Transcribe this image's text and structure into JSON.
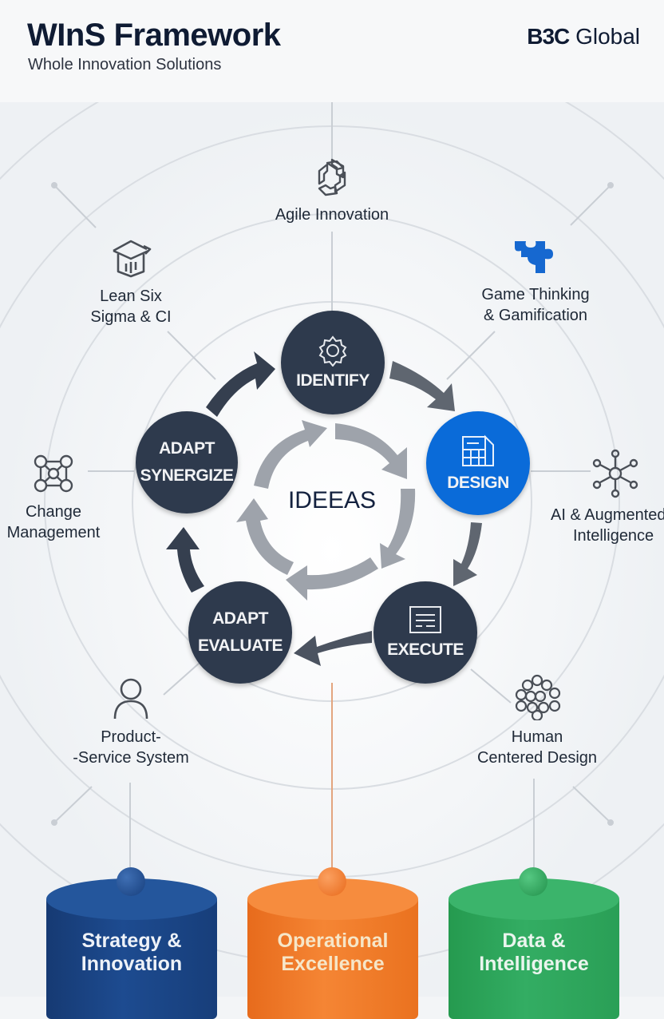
{
  "header": {
    "title": "WInS Framework",
    "subtitle": "Whole Innovation Solutions",
    "brand_bold": "B3C",
    "brand_light": "Global"
  },
  "core": {
    "label": "IDEEAS"
  },
  "cycle_nodes": [
    {
      "id": "identify",
      "line1": "",
      "line2": "IDENTIFY",
      "icon": "gear-icon",
      "color": "#2e3a4d"
    },
    {
      "id": "design",
      "line1": "",
      "line2": "DESIGN",
      "icon": "layout-grid-icon",
      "color": "#0a6bd9"
    },
    {
      "id": "execute",
      "line1": "",
      "line2": "EXECUTE",
      "icon": "document-icon",
      "color": "#2e3a4d"
    },
    {
      "id": "evaluate",
      "line1": "ADAPT",
      "line2": "EVALUATE",
      "icon": "",
      "color": "#2e3a4d"
    },
    {
      "id": "synergize",
      "line1": "ADAPT",
      "line2": "SYNERGIZE",
      "icon": "",
      "color": "#2e3a4d"
    }
  ],
  "satellites": [
    {
      "id": "agile",
      "lines": [
        "Agile Innovation"
      ],
      "icon": "knot-icon"
    },
    {
      "id": "lean",
      "lines": [
        "Lean Six",
        "Sigma & CI"
      ],
      "icon": "box-chart-icon"
    },
    {
      "id": "game",
      "lines": [
        "Game Thinking",
        "& Gamification"
      ],
      "icon": "puzzle-icon",
      "icon_color": "#1668d0"
    },
    {
      "id": "change",
      "lines": [
        "Change",
        "Management"
      ],
      "icon": "network-square-icon"
    },
    {
      "id": "ai",
      "lines": [
        "AI & Augmented",
        "Intelligence"
      ],
      "icon": "hub-nodes-icon"
    },
    {
      "id": "pss",
      "lines": [
        "Product-",
        "-Service System"
      ],
      "icon": "person-icon"
    },
    {
      "id": "hcd",
      "lines": [
        "Human",
        "Centered Design"
      ],
      "icon": "molecule-icon"
    }
  ],
  "pillars": [
    {
      "id": "strategy",
      "lines": [
        "Strategy &",
        "Innovation"
      ],
      "color": "#1b4486",
      "text_color": "#eef2f8"
    },
    {
      "id": "operational",
      "lines": [
        "Operational",
        "Excellence"
      ],
      "color": "#f07a26",
      "text_color": "#f6e6c8"
    },
    {
      "id": "data",
      "lines": [
        "Data &",
        "Intelligence"
      ],
      "color": "#2ea55a",
      "text_color": "#eaf5ee"
    }
  ]
}
